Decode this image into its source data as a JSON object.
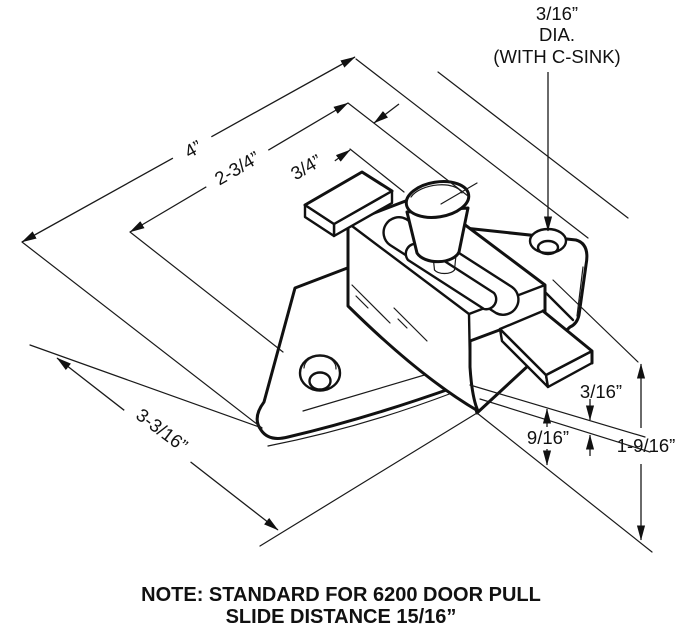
{
  "drawing": {
    "callout": {
      "line1": "3/16”",
      "line2": "DIA.",
      "line3": "(WITH C-SINK)"
    },
    "dimensions": {
      "overall_width": "4”",
      "offset_to_bar": "2-3/4”",
      "bar_width": "3/4”",
      "plate_span": "3-3/16”",
      "bolt_thickness": "3/16”",
      "bolt_drop": "9/16”",
      "total_height": "1-9/16”"
    },
    "note": {
      "line1": "NOTE: STANDARD FOR 6200 DOOR PULL",
      "line2": "SLIDE DISTANCE 15/16”"
    },
    "colors": {
      "line": "#1a1a1a",
      "background": "#ffffff"
    }
  }
}
